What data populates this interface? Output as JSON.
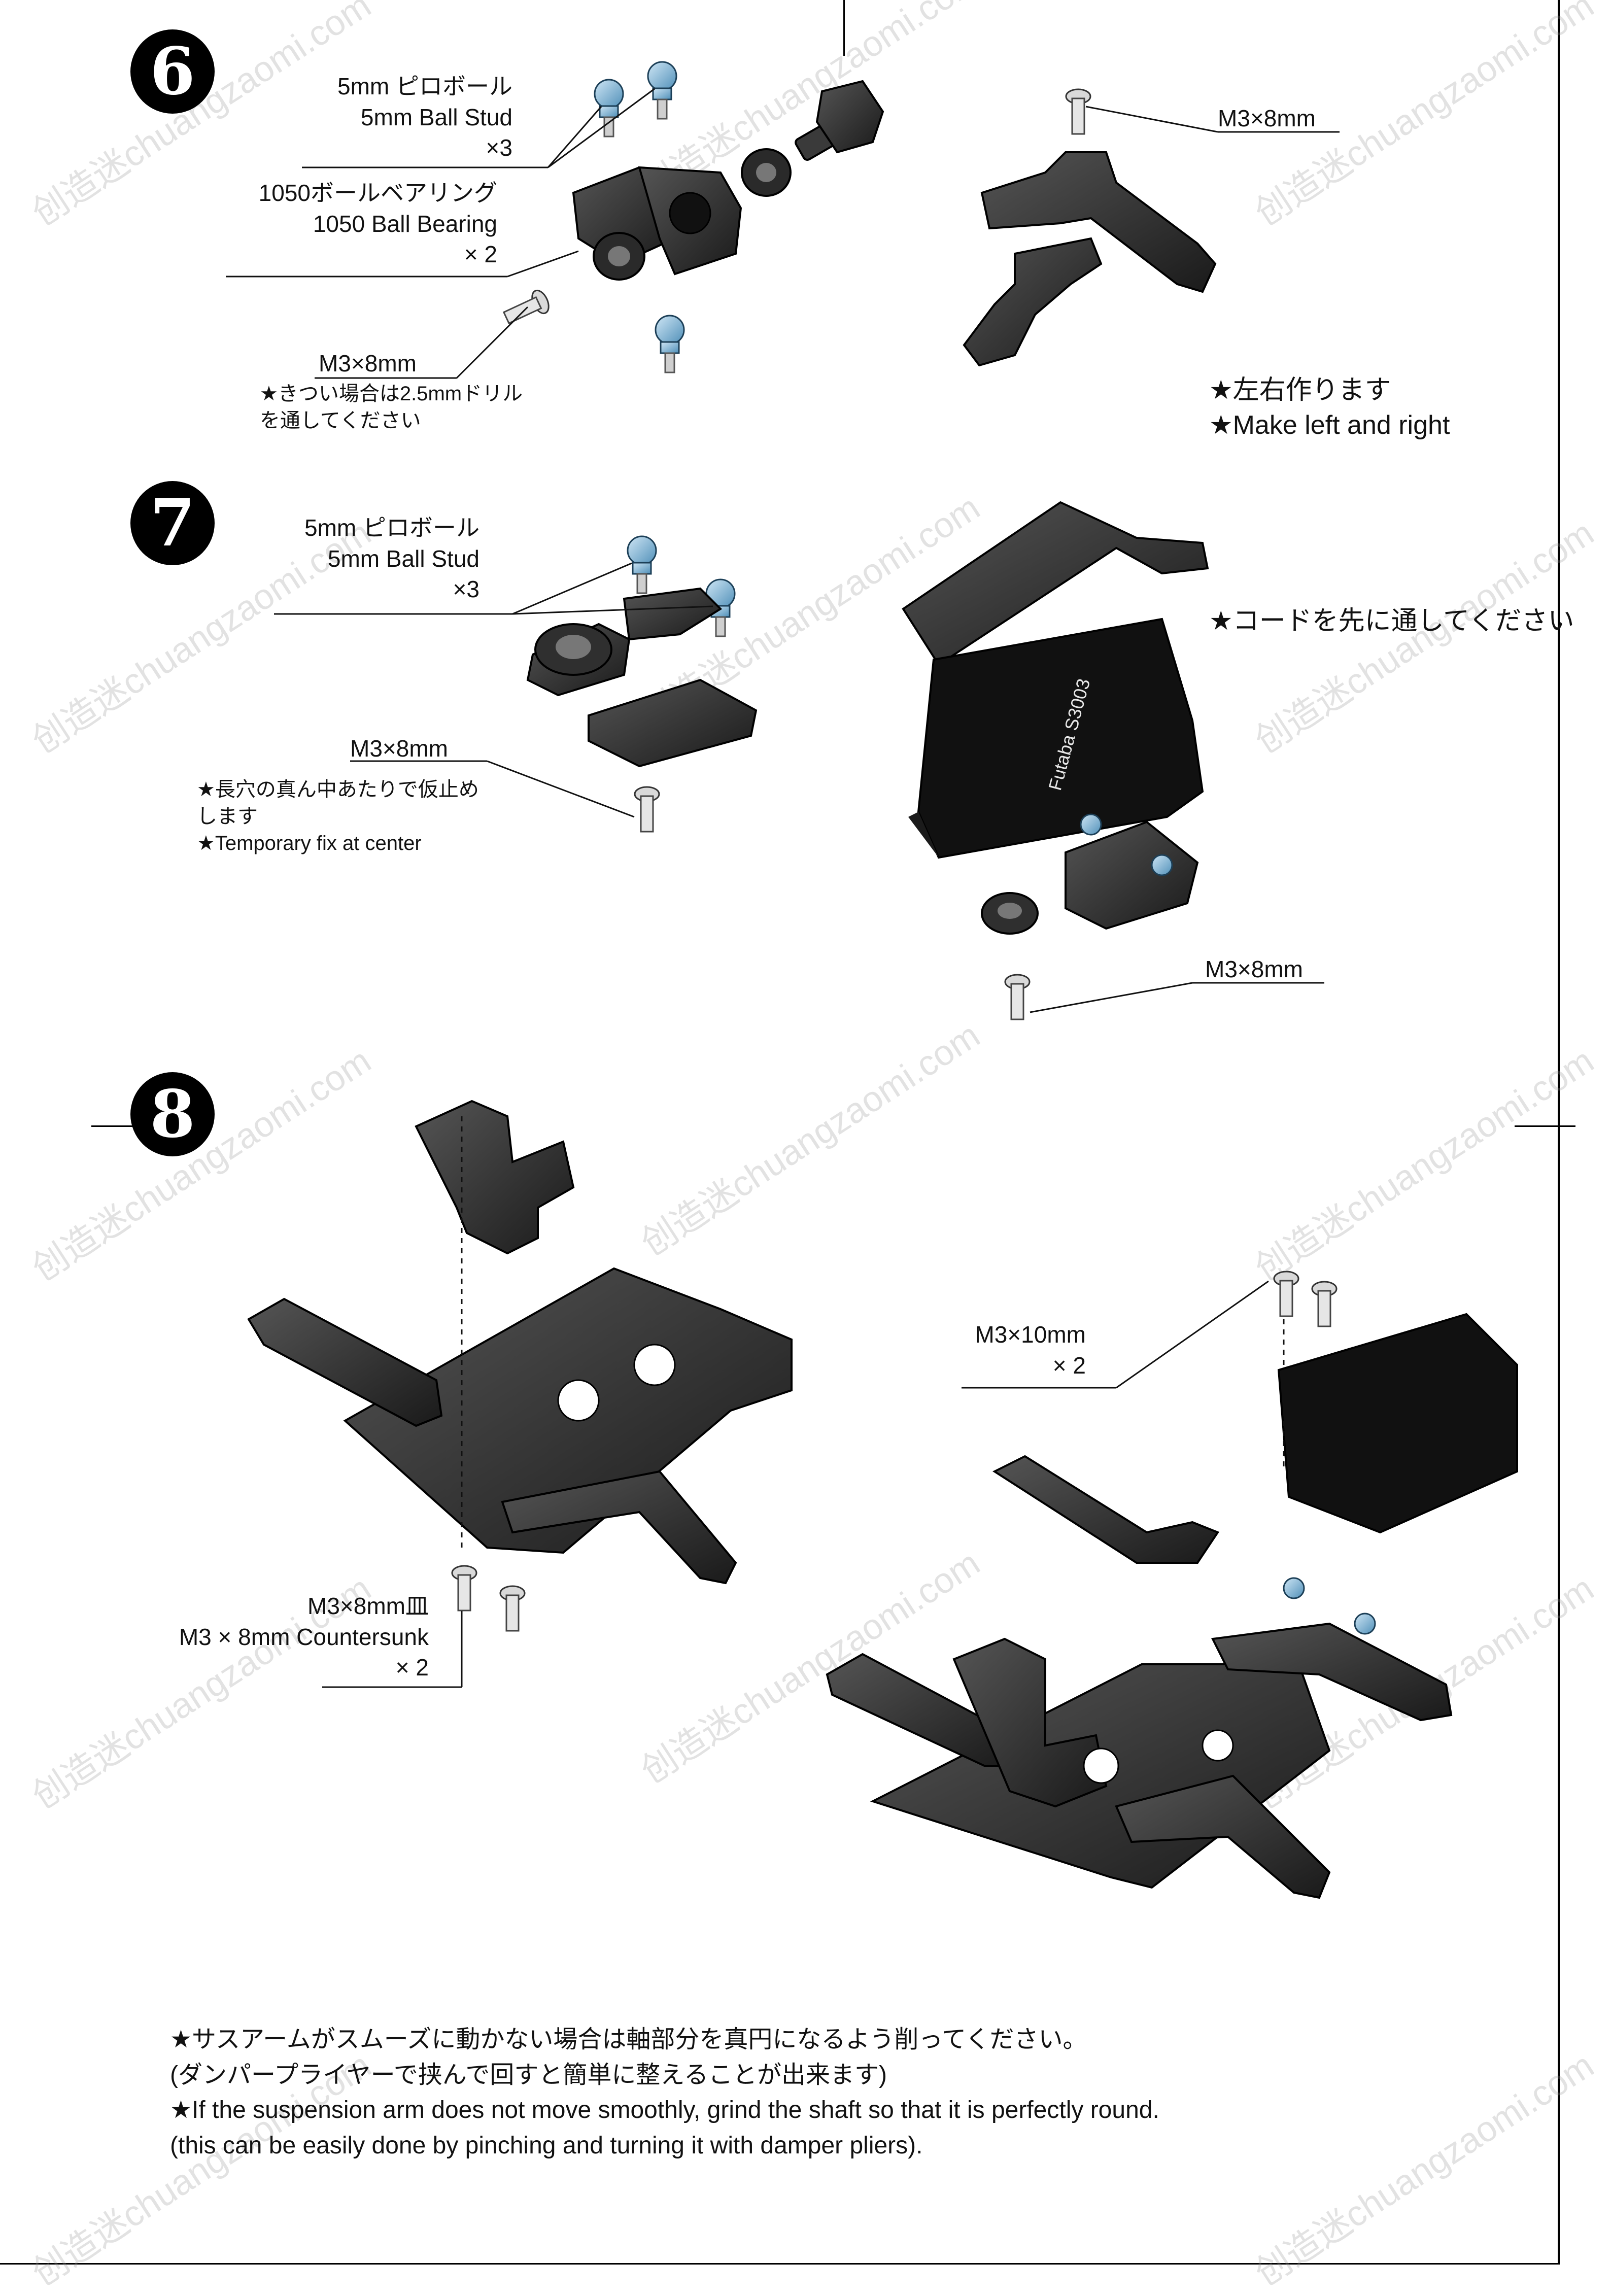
{
  "steps": [
    {
      "number": "6"
    },
    {
      "number": "7"
    },
    {
      "number": "8"
    }
  ],
  "step6": {
    "ballstud": [
      "5mm ピロボール",
      "5mm Ball Stud",
      "×3"
    ],
    "bearing": [
      "1050ボールベアリング",
      "1050 Ball Bearing",
      "× 2"
    ],
    "screw": "M3×8mm",
    "note": [
      "★きつい場合は2.5mmドリル",
      "を通してください"
    ],
    "screw_right": "M3×8mm",
    "make_lr": [
      "★左右作ります",
      "★Make left and right"
    ]
  },
  "step7": {
    "ballstud": [
      "5mm ピロボール",
      "5mm Ball Stud",
      "×3"
    ],
    "screw": "M3×8mm",
    "note": [
      "★長穴の真ん中あたりで仮止め",
      "します",
      "★Temporary fix at center"
    ],
    "cord_note": "★コードを先に通してください",
    "screw_right": "M3×8mm",
    "servo_label": "Futaba S3003"
  },
  "step8": {
    "countersunk": [
      "M3×8mm皿",
      "M3 × 8mm Countersunk",
      "× 2"
    ],
    "screw_right": [
      "M3×10mm",
      "× 2"
    ]
  },
  "bottom_notes": [
    "★サスアームがスムーズに動かない場合は軸部分を真円になるよう削ってください。",
    "(ダンパープライヤーで挟んで回すと簡単に整えることが出来ます)",
    "★If the suspension arm does not move smoothly, grind the shaft so that it is perfectly round.",
    "(this can be easily done by pinching and turning it with damper pliers)."
  ],
  "watermark": "创造迷chuangzaomi.com",
  "colors": {
    "part": "#2b2b2b",
    "part_edge": "#000000",
    "ball": "#7fb3d5",
    "screw": "#c8c8c8"
  }
}
